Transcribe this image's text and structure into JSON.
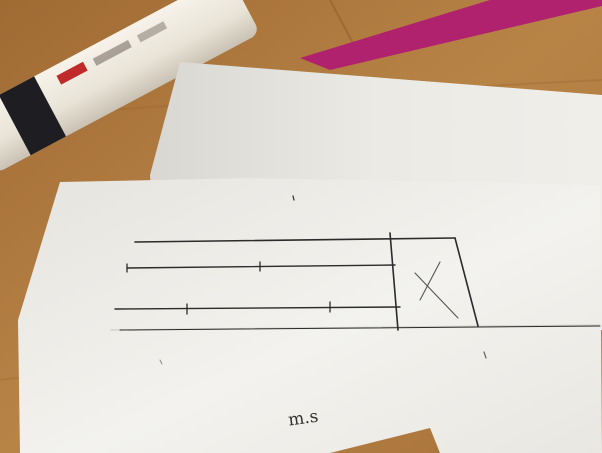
{
  "scene": {
    "handwritten_label": "m.s",
    "colors": {
      "table_wood": "#b07b3e",
      "paper": "#f2f1ec",
      "ink": "#2b2b2b",
      "magenta_strip": "#b0226e",
      "tube_body": "#f0ebe2",
      "tube_band": "#1d1d22",
      "tube_red_label": "#c02a2a"
    },
    "objects": [
      {
        "name": "table-surface"
      },
      {
        "name": "marker-tube"
      },
      {
        "name": "magenta-strip"
      },
      {
        "name": "back-paper-sheet"
      },
      {
        "name": "front-paper-sheet"
      },
      {
        "name": "ink-drawing"
      }
    ]
  }
}
